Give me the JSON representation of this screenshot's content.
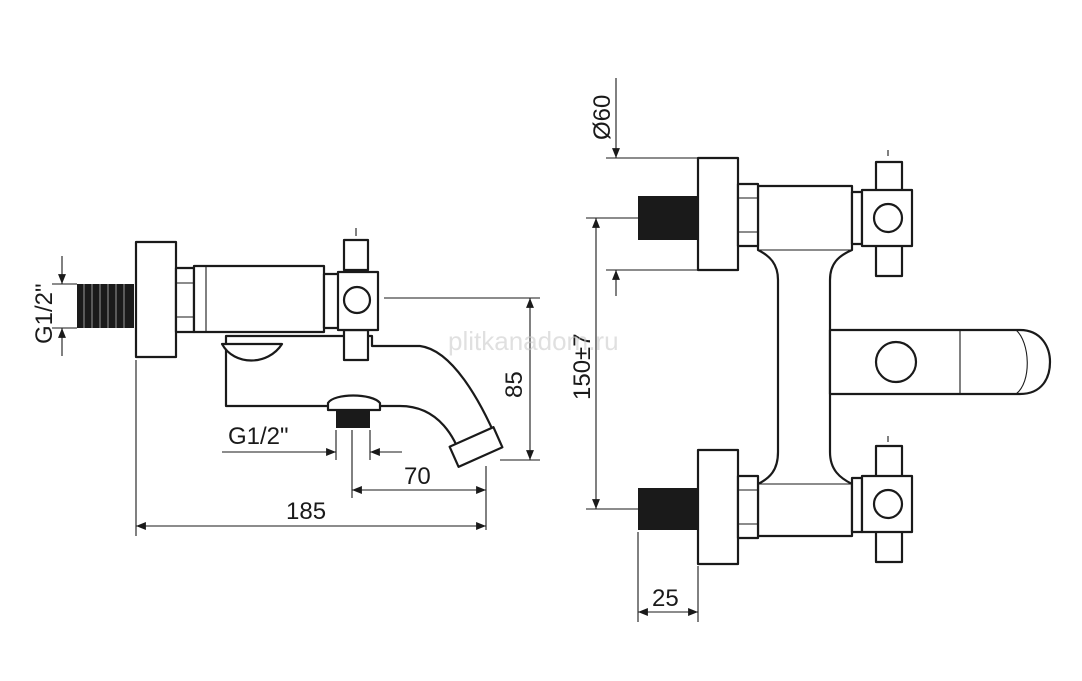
{
  "dimensions": {
    "inlet_thread_side": "G1/2\"",
    "outlet_thread": "G1/2\"",
    "spout_height": "85",
    "spout_reach": "70",
    "overall_depth": "185",
    "flange_diameter": "Ø60",
    "center_distance": "150±7",
    "inlet_projection": "25"
  },
  "watermark": "plitkanadom.ru"
}
